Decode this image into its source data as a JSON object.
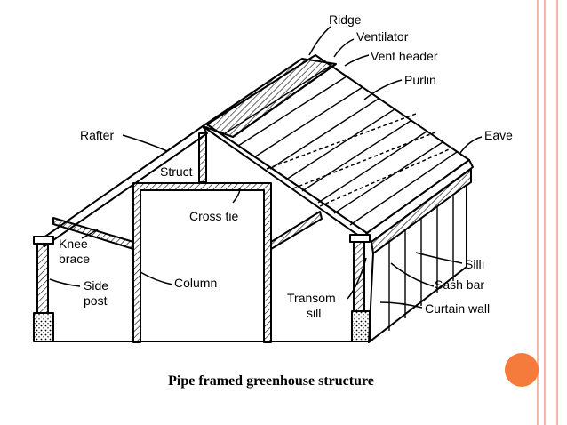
{
  "colors": {
    "border": "#f2b8a8",
    "accent_dot": "#f47b3b",
    "ink": "#000000"
  },
  "labels": {
    "ridge": "Ridge",
    "ventilator": "Ventilator",
    "vent_header": "Vent header",
    "purlin": "Purlin",
    "rafter": "Rafter",
    "eave": "Eave",
    "struct": "Struct",
    "cross_tie": "Cross tie",
    "knee_brace_1": "Knee",
    "knee_brace_2": "brace",
    "side_post_1": "Side",
    "side_post_2": "post",
    "column": "Column",
    "sill": "Sillı",
    "sash_bar": "Sash bar",
    "transom_sill_1": "Transom",
    "transom_sill_2": "sill",
    "curtain_wall": "Curtain wall"
  },
  "caption": "Pipe framed greenhouse structure"
}
